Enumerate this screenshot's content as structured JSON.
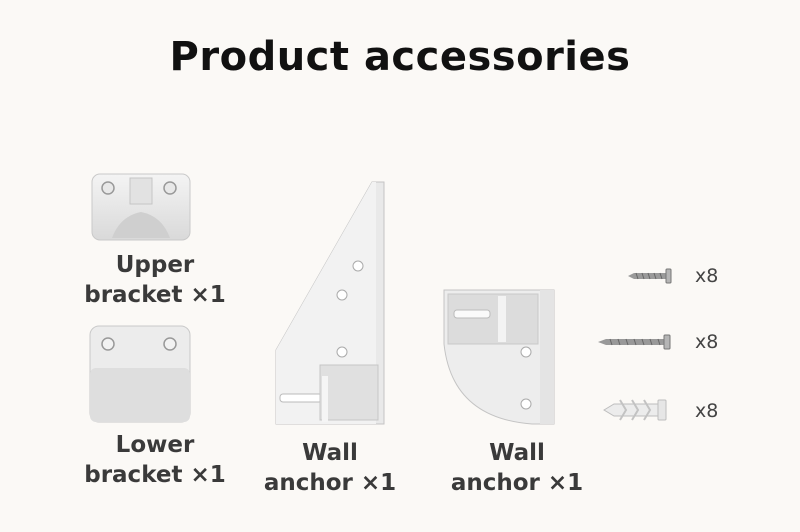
{
  "title": "Product accessories",
  "items": [
    {
      "line1": "Upper",
      "line2": "bracket ×1"
    },
    {
      "line1": "Lower",
      "line2": "bracket ×1"
    },
    {
      "line1": "Wall",
      "line2": "anchor ×1"
    },
    {
      "line1": "Wall",
      "line2": "anchor ×1"
    }
  ],
  "hardware": [
    {
      "icon": "short-screw-icon",
      "quantity": "x8"
    },
    {
      "icon": "long-screw-icon",
      "quantity": "x8"
    },
    {
      "icon": "wall-plug-icon",
      "quantity": "x8"
    }
  ]
}
